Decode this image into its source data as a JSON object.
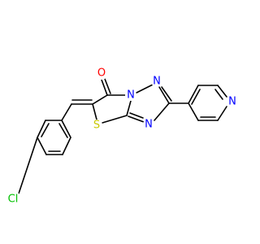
{
  "molecule": {
    "colors": {
      "bond": "#000000",
      "O": "#ff0000",
      "N": "#0000ff",
      "S": "#c8c800",
      "Cl": "#00c000",
      "background": "#ffffff"
    },
    "atoms": [
      {
        "id": "O1",
        "symbol": "O",
        "label": "O"
      },
      {
        "id": "S1",
        "symbol": "S",
        "label": "S"
      },
      {
        "id": "N1",
        "symbol": "N",
        "label": "N"
      },
      {
        "id": "N2",
        "symbol": "N",
        "label": "N"
      },
      {
        "id": "N3",
        "symbol": "N",
        "label": "N"
      },
      {
        "id": "N4",
        "symbol": "N",
        "label": "N"
      },
      {
        "id": "Cl1",
        "symbol": "Cl",
        "label": "Cl"
      }
    ]
  }
}
